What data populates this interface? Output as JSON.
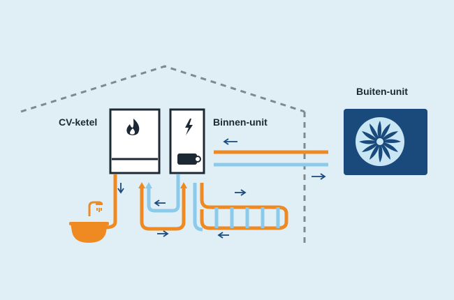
{
  "labels": {
    "cv_ketel": "CV-ketel",
    "binnen_unit": "Binnen-unit",
    "buiten_unit": "Buiten-unit"
  },
  "colors": {
    "background": "#dfeff5",
    "hot": "#ef8a22",
    "cold": "#8ccaeb",
    "dark": "#1c2833",
    "outdoor_unit": "#1a4a7c",
    "arrow": "#1a4a7c",
    "house_outline": "#808890"
  },
  "icons": {
    "cv_ketel": "flame-icon",
    "binnen_unit": "lightning-icon",
    "buiten_unit": "fan-icon",
    "bath": "bathtub-shower-icon"
  }
}
